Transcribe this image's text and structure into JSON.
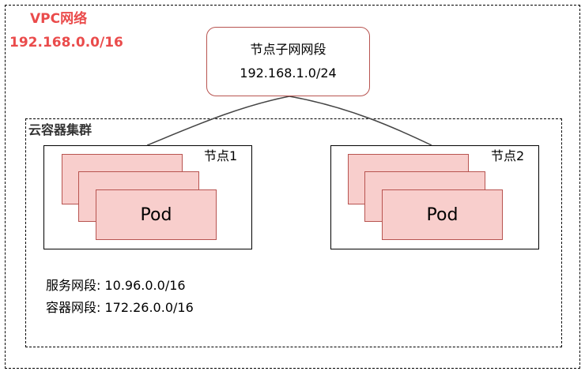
{
  "vpc": {
    "title": "VPC网络",
    "cidr": "192.168.0.0/16",
    "accent_color": "#ea4b4b"
  },
  "subnet": {
    "title": "节点子网网段",
    "cidr": "192.168.1.0/24",
    "border_color": "#b85450"
  },
  "cluster": {
    "title": "云容器集群",
    "nodes": [
      {
        "label": "节点1",
        "pods": [
          "",
          "",
          "Pod"
        ]
      },
      {
        "label": "节点2",
        "pods": [
          "",
          "",
          "Pod"
        ]
      }
    ],
    "pod_fill_color": "#f8cecc",
    "service_cidr_line": "服务网段: 10.96.0.0/16",
    "container_cidr_line": "容器网段: 172.26.0.0/16"
  }
}
